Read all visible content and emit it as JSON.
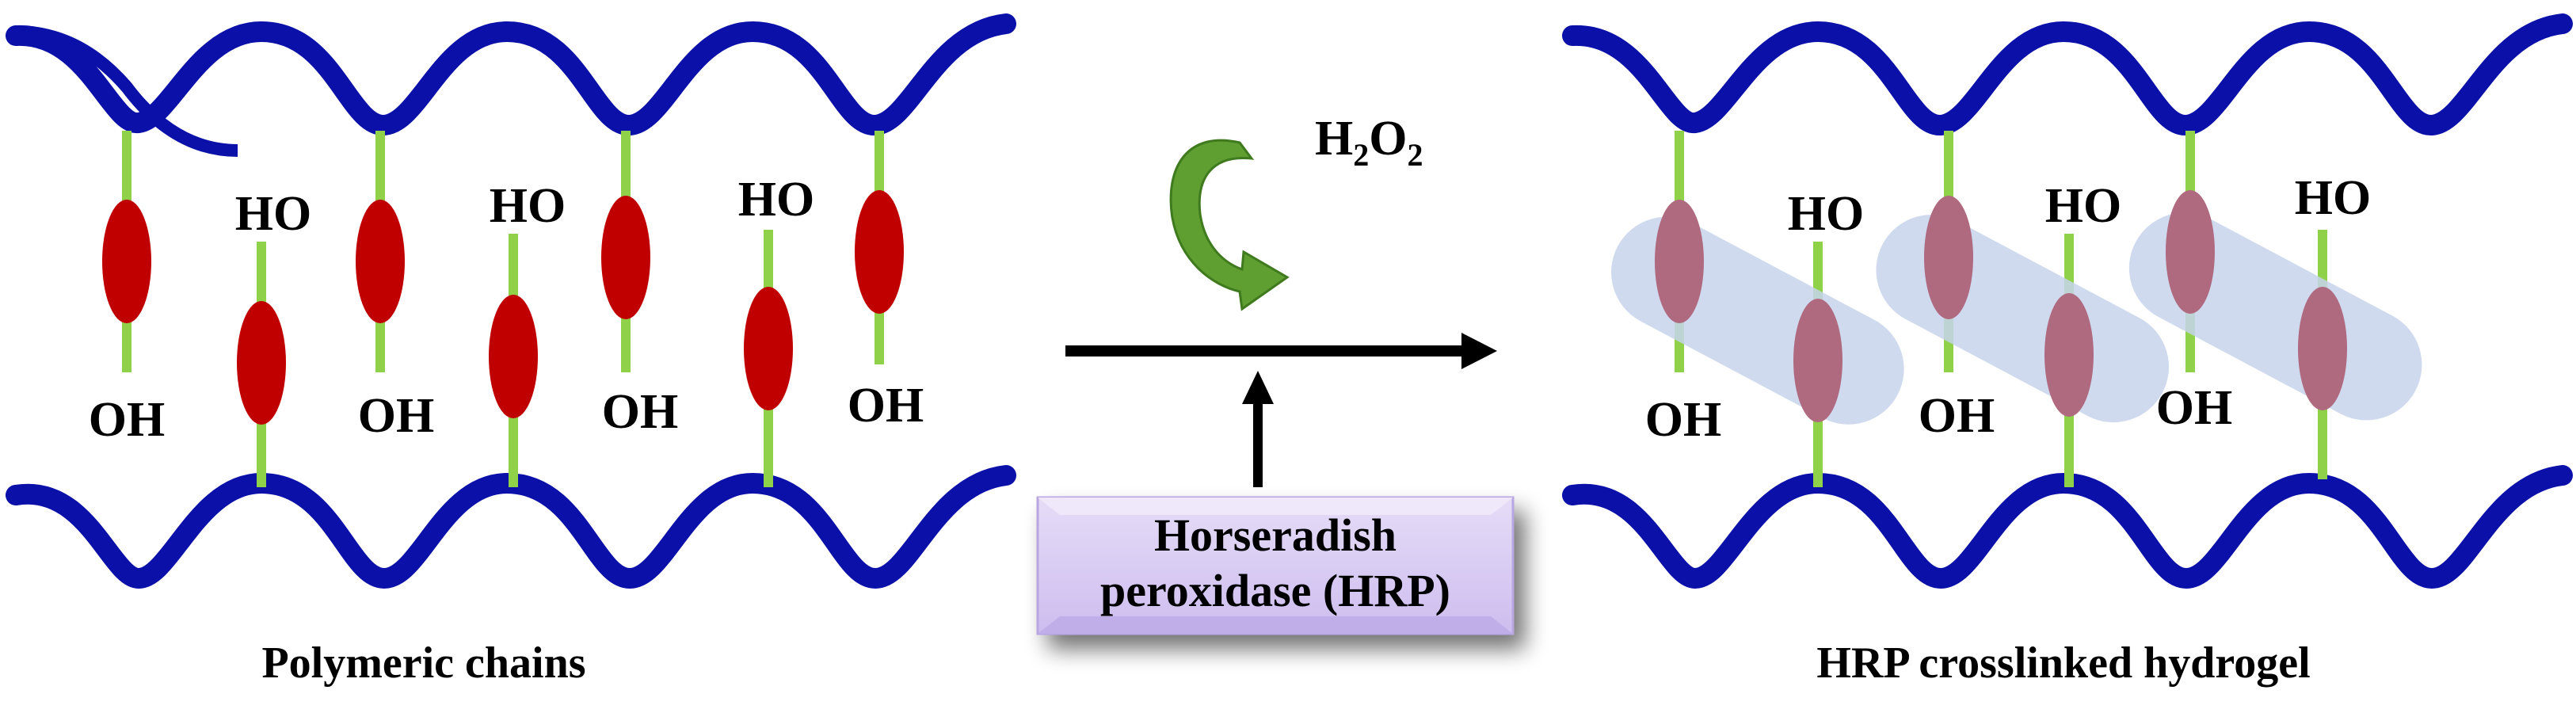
{
  "left_panel": {
    "caption": "Polymeric chains",
    "top_groups": [
      "OH",
      "OH",
      "OH",
      "OH"
    ],
    "bottom_groups": [
      "HO",
      "HO",
      "HO"
    ]
  },
  "right_panel": {
    "caption": "HRP crosslinked hydrogel",
    "top_groups": [
      "OH",
      "OH",
      "OH"
    ],
    "bottom_groups": [
      "HO",
      "HO",
      "HO"
    ]
  },
  "reaction": {
    "reagent_base": "H",
    "reagent_sub1": "2",
    "reagent_mid": "O",
    "reagent_sub2": "2",
    "enzyme_line1": "Horseradish",
    "enzyme_line2": "peroxidase (HRP)"
  },
  "colors": {
    "chain": "#0a10a8",
    "link": "#8fd24a",
    "monomer": "#c00000",
    "monomer_crosslinked": "#b06a80",
    "crosslink_band": "#c7d4ec",
    "green_arrow": "#5f9e30",
    "enzyme_box": "#d9cdf2"
  },
  "icons": {
    "reagent_arrow": "curved-arrow-icon",
    "reaction_arrow": "right-arrow-icon",
    "enzyme_arrow": "up-arrow-icon"
  }
}
